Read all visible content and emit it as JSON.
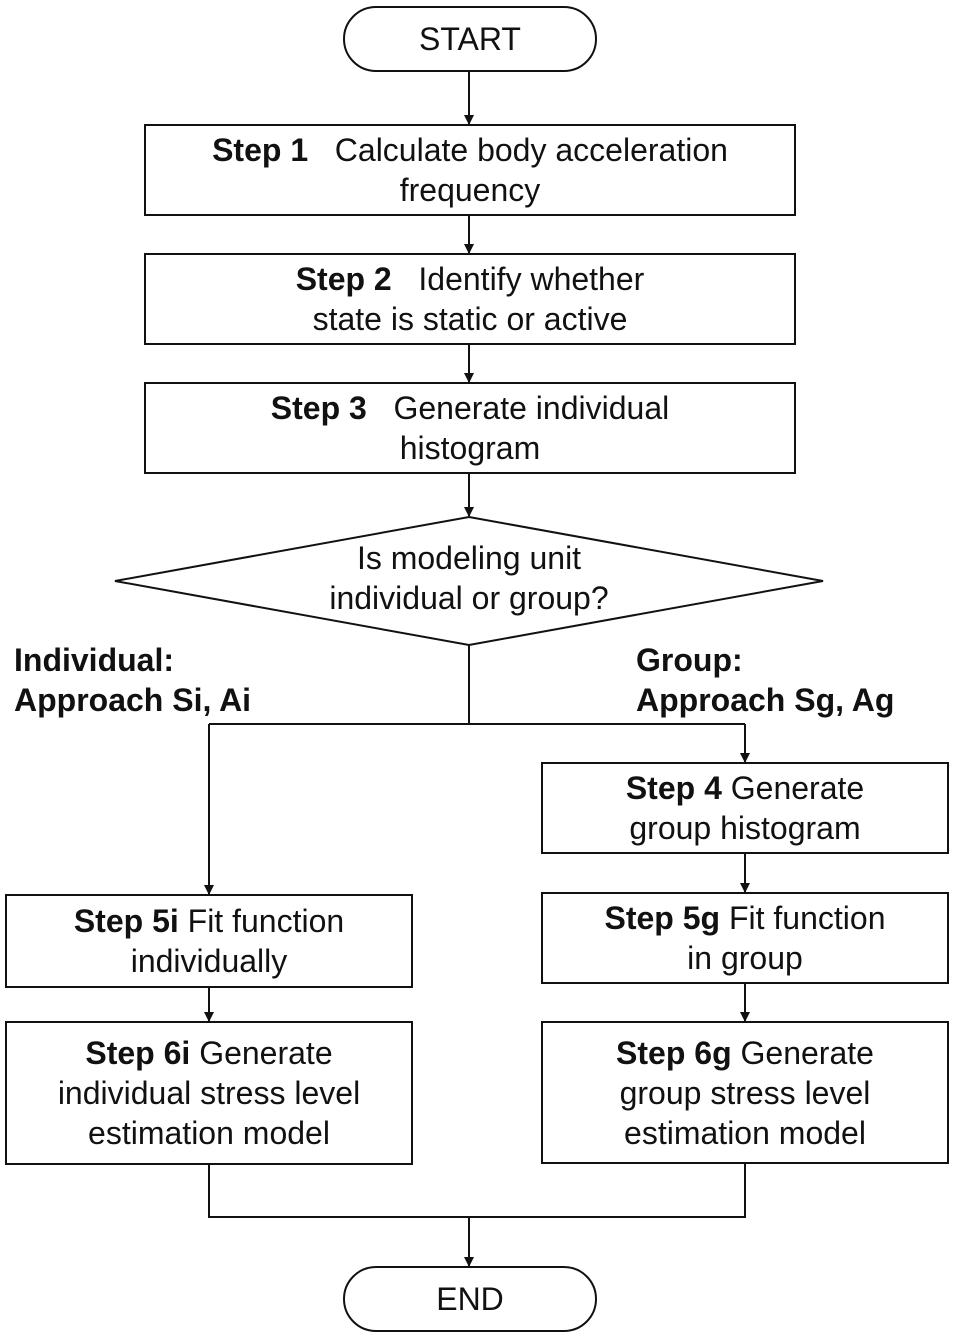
{
  "start": "START",
  "end": "END",
  "step1": {
    "label": "Step 1",
    "text": "Calculate body acceleration",
    "text2": "frequency"
  },
  "step2": {
    "label": "Step 2",
    "text": "Identify whether",
    "text2": "state is static or active"
  },
  "step3": {
    "label": "Step 3",
    "text": "Generate individual",
    "text2": "histogram"
  },
  "decision": {
    "line1": "Is modeling unit",
    "line2": "individual or group?"
  },
  "individual_branch": {
    "line1": "Individual:",
    "line2": "Approach Si, Ai"
  },
  "group_branch": {
    "line1": "Group:",
    "line2": "Approach Sg, Ag"
  },
  "step4": {
    "label": "Step 4",
    "text": "Generate",
    "text2": "group histogram"
  },
  "step5g": {
    "label": "Step 5g",
    "text": "Fit function",
    "text2": "in group"
  },
  "step6g": {
    "label": "Step 6g",
    "text": "Generate",
    "text2": "group stress level",
    "text3": "estimation model"
  },
  "step5i": {
    "label": "Step 5i",
    "text": "Fit function",
    "text2": "individually"
  },
  "step6i": {
    "label": "Step 6i",
    "text": "Generate",
    "text2": "individual stress level",
    "text3": "estimation model"
  }
}
